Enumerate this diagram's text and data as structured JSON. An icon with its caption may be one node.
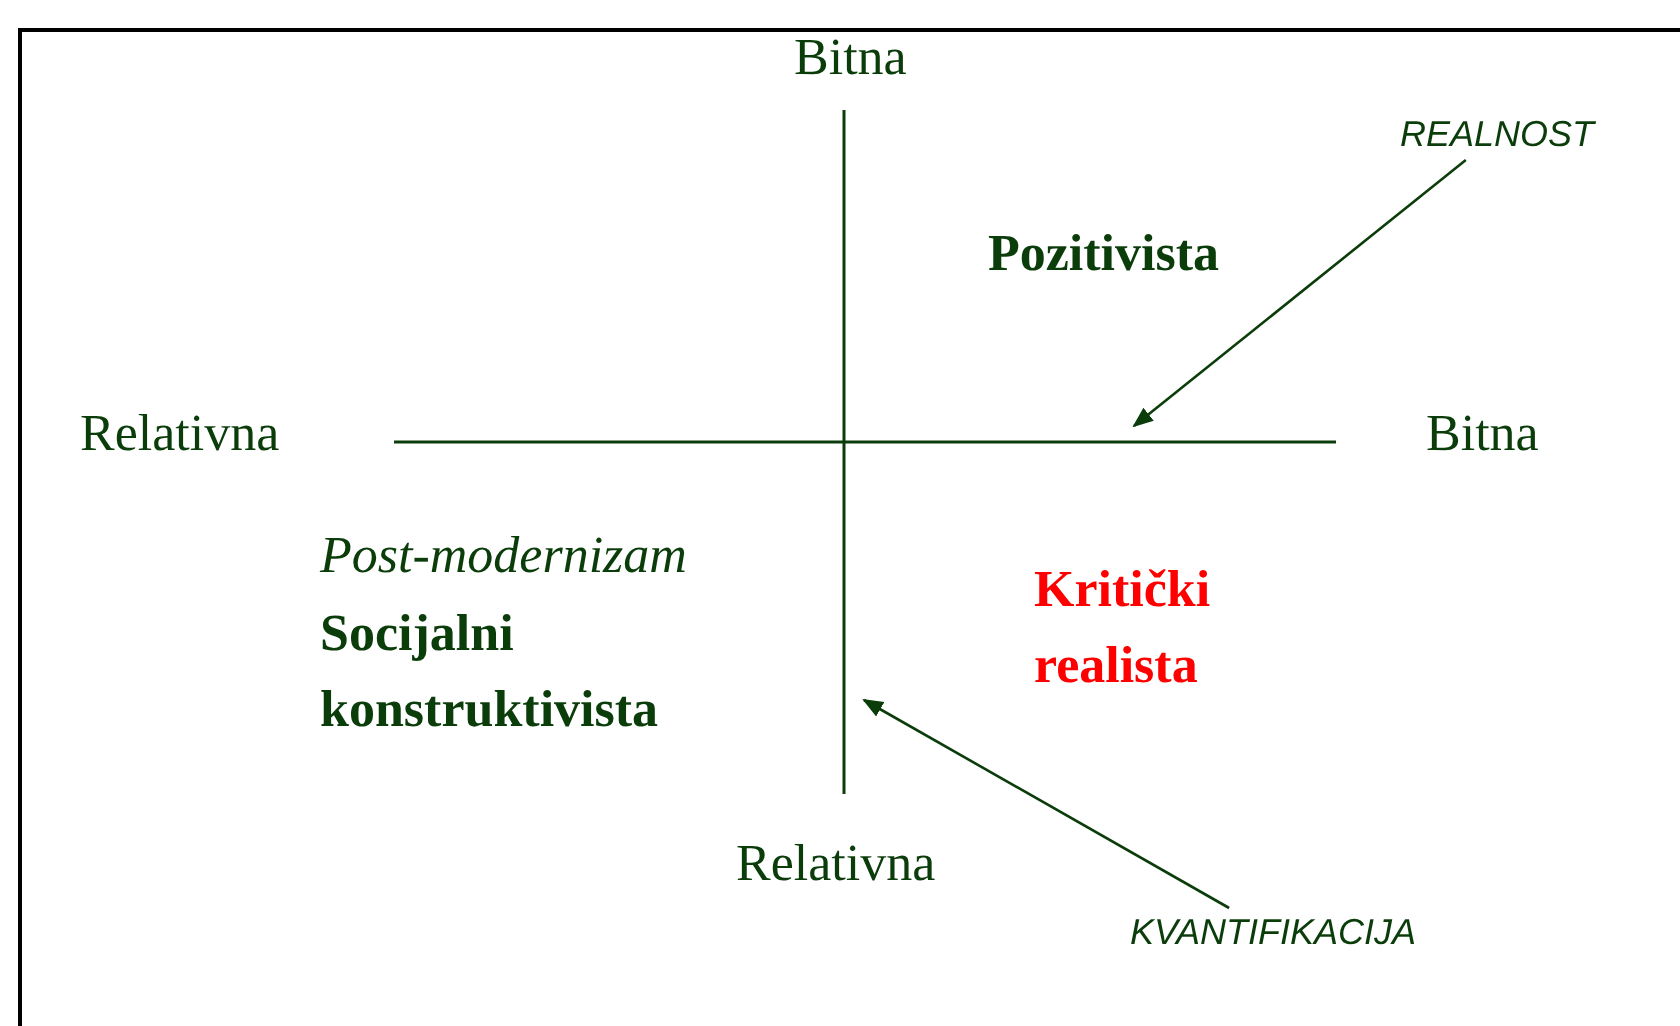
{
  "diagram": {
    "nodes": [
      {
        "text": [
          "REALNOST"
        ]
      },
      {
        "text": [
          "KVANTIFIKACIJA"
        ]
      }
    ],
    "edges": [
      {
        "from": 0,
        "to": null,
        "arrow": "to"
      },
      {
        "from": 1,
        "to": null,
        "arrow": "to"
      }
    ],
    "labels": [
      "Bitna",
      "Pozitivista",
      "Relativna",
      "Bitna",
      "Post-modernizam",
      "Socijalni konstruktivista",
      "Kritički realista",
      "Relativna"
    ]
  }
}
